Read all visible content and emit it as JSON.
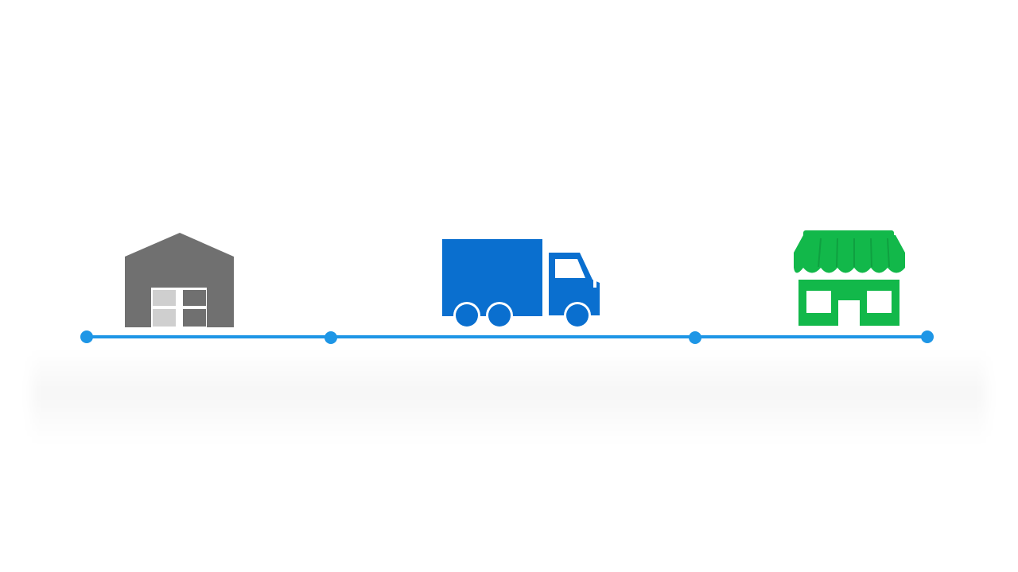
{
  "diagram": {
    "stages": [
      {
        "id": "warehouse",
        "icon": "warehouse-icon"
      },
      {
        "id": "truck",
        "icon": "delivery-truck-icon"
      },
      {
        "id": "store",
        "icon": "storefront-icon"
      }
    ],
    "timeline": {
      "points": 4
    },
    "colors": {
      "line": "#1e96e6",
      "warehouse": "#707070",
      "warehouse_door_light": "#cfcfcf",
      "truck": "#0a6fcf",
      "store": "#12b84a",
      "background": "#ffffff"
    }
  }
}
